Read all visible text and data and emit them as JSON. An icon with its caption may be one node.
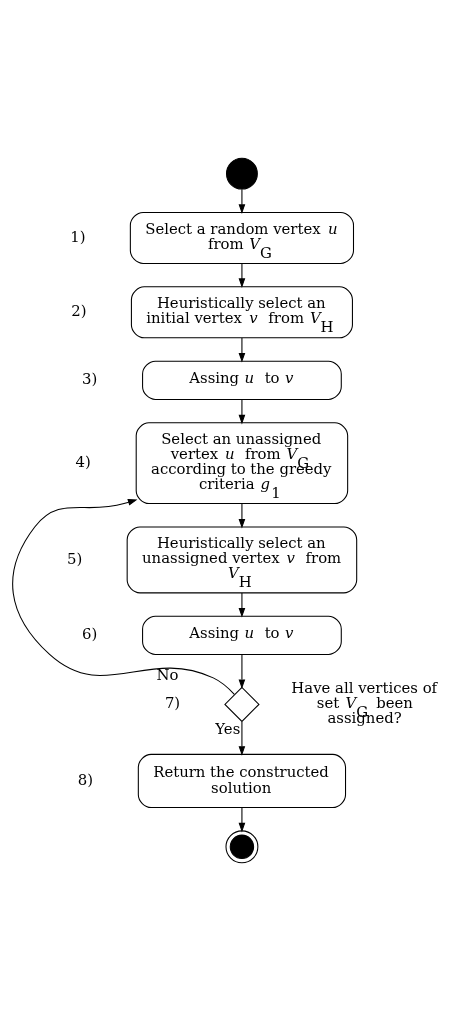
{
  "diagram": {
    "nodes": [
      {
        "text": [],
        "shape": "circle"
      },
      {
        "text": [
          "Select a random vertex *u* from *V*$_{G}$"
        ],
        "beside": [
          "1)"
        ]
      },
      {
        "text": [
          "Heuristically select an initial vertex *v* from *V*$_{H}$"
        ],
        "beside": [
          "2)"
        ]
      },
      {
        "text": [
          "Assing *u* to *v*"
        ],
        "beside": [
          "3)"
        ]
      },
      {
        "text": [
          "Select an unassigned vertex *u* from *V*$_{G}$ according to the greedy criteria *g*$_{1}$"
        ],
        "beside": [
          "4)"
        ]
      },
      {
        "text": [
          "Heuristically select an unassigned vertex *v* from *V*$_{H}$"
        ],
        "beside": [
          "5)"
        ]
      },
      {
        "text": [
          "Assing *u* to *v*"
        ],
        "beside": [
          "6)"
        ]
      },
      {
        "text": [],
        "shape": "diamond",
        "beside": [
          "7)",
          "Have all vertices of set *V*$_{G}$ been assigned?"
        ]
      },
      {
        "text": [
          "Return the constructed solution"
        ],
        "beside": [
          "8)"
        ]
      },
      {
        "text": [],
        "shape": "circle"
      }
    ],
    "edges": [
      {
        "from": 0,
        "to": 1,
        "arrow": "to"
      },
      {
        "from": 1,
        "to": 2,
        "arrow": "to"
      },
      {
        "from": 2,
        "to": 3,
        "arrow": "to"
      },
      {
        "from": 3,
        "to": 4,
        "arrow": "to"
      },
      {
        "from": 4,
        "to": 5,
        "arrow": "to"
      },
      {
        "from": 5,
        "to": 6,
        "arrow": "to"
      },
      {
        "from": 6,
        "to": 7,
        "arrow": "to"
      },
      {
        "from": 7,
        "to": 4,
        "arrow": "to",
        "label": "No"
      },
      {
        "from": 7,
        "to": 8,
        "arrow": "to",
        "label": "Yes"
      },
      {
        "from": 8,
        "to": 9,
        "arrow": "to"
      }
    ]
  }
}
